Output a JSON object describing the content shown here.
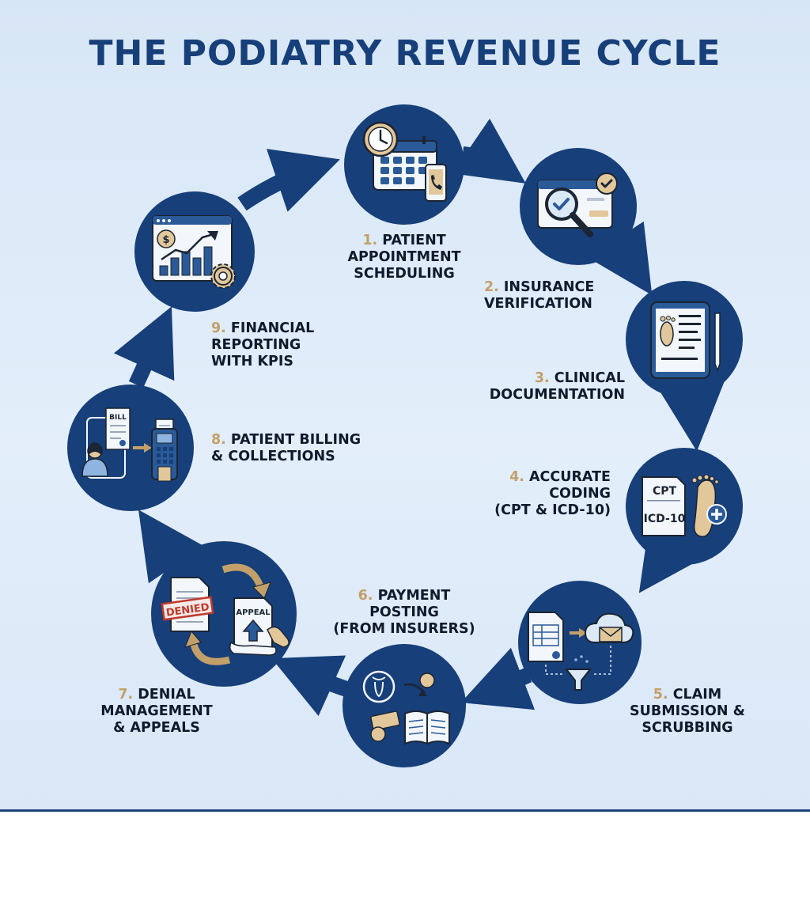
{
  "title": "THE PODIATRY REVENUE CYCLE",
  "colors": {
    "navy": "#173f79",
    "circle": "#173f79",
    "accent": "#c2a06a",
    "background": "#dde9f7"
  },
  "steps": [
    {
      "num": "1.",
      "lines": [
        "PATIENT",
        "APPOINTMENT",
        "SCHEDULING"
      ],
      "icon": "calendar-clock-phone-icon"
    },
    {
      "num": "2.",
      "lines": [
        "INSURANCE",
        "VERIFICATION"
      ],
      "icon": "magnifier-check-card-icon"
    },
    {
      "num": "3.",
      "lines": [
        "CLINICAL",
        "DOCUMENTATION"
      ],
      "icon": "tablet-footprint-icon"
    },
    {
      "num": "4.",
      "lines": [
        "ACCURATE",
        "CODING",
        "(CPT & ICD-10)"
      ],
      "icon": "cpt-icd10-foot-icon",
      "tags": [
        "CPT",
        "ICD-10"
      ]
    },
    {
      "num": "5.",
      "lines": [
        "CLAIM",
        "SUBMISSION &",
        "SCRUBBING"
      ],
      "icon": "form-cloud-filter-icon"
    },
    {
      "num": "6.",
      "lines": [
        "PAYMENT",
        "POSTING",
        "(FROM INSURERS)"
      ],
      "icon": "payment-ledger-icon"
    },
    {
      "num": "7.",
      "lines": [
        "DENIAL",
        "MANAGEMENT",
        "& APPEALS"
      ],
      "icon": "denied-appeal-icon",
      "tags": [
        "DENIED",
        "APPEAL"
      ]
    },
    {
      "num": "8.",
      "lines": [
        "PATIENT BILLING",
        "& COLLECTIONS"
      ],
      "icon": "bill-card-terminal-icon",
      "tags": [
        "BILL"
      ]
    },
    {
      "num": "9.",
      "lines": [
        "FINANCIAL",
        "REPORTING",
        "WITH KPIS"
      ],
      "icon": "financial-chart-gear-icon"
    }
  ]
}
